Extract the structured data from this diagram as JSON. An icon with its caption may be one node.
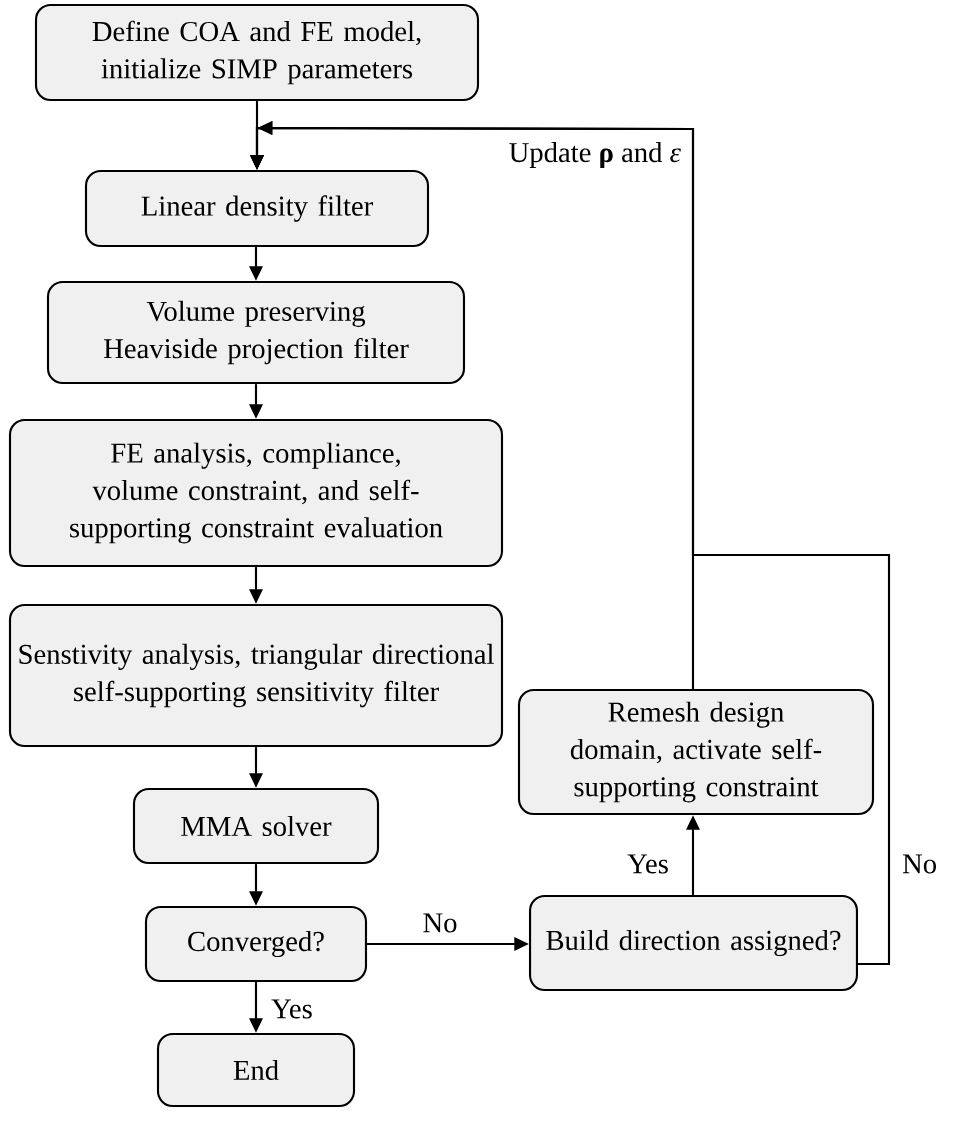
{
  "diagram": {
    "nodes": [
      {
        "text": [
          "Define COA and FE model, initialize SIMP parameters"
        ]
      },
      {
        "text": [
          "Linear density filter"
        ]
      },
      {
        "text": [
          "Volume preserving Heaviside projection filter"
        ]
      },
      {
        "text": [
          "FE analysis, compliance, volume constraint,  and self-supporting constraint evaluation"
        ]
      },
      {
        "text": [
          "Senstivity analysis,  triangular directional self-supporting sensitivity filter"
        ]
      },
      {
        "text": [
          "MMA solver"
        ]
      },
      {
        "text": [
          "Converged?"
        ]
      },
      {
        "text": [
          "End"
        ]
      },
      {
        "text": [
          "Remesh design domain, activate self-supporting constraint"
        ]
      },
      {
        "text": [
          "Build direction assigned?"
        ]
      }
    ],
    "edges": [
      {
        "from": 0,
        "to": 1,
        "arrow": "to"
      },
      {
        "from": 1,
        "to": 2,
        "arrow": "to"
      },
      {
        "from": 2,
        "to": 3,
        "arrow": "to"
      },
      {
        "from": 3,
        "to": 4,
        "arrow": "to"
      },
      {
        "from": 4,
        "to": 5,
        "arrow": "to"
      },
      {
        "from": 5,
        "to": 6,
        "arrow": "to"
      },
      {
        "from": 6,
        "to": 7,
        "arrow": "to",
        "label": "Yes"
      },
      {
        "from": 6,
        "to": 9,
        "arrow": "to",
        "label": "No"
      },
      {
        "from": 9,
        "to": 8,
        "arrow": "to",
        "label": "Yes"
      },
      {
        "from": 8,
        "to": 1,
        "arrow": "to",
        "label": "Update **ρ** and *ε*"
      },
      {
        "from": 9,
        "to": 1,
        "arrow": "to",
        "label": "No"
      }
    ]
  }
}
